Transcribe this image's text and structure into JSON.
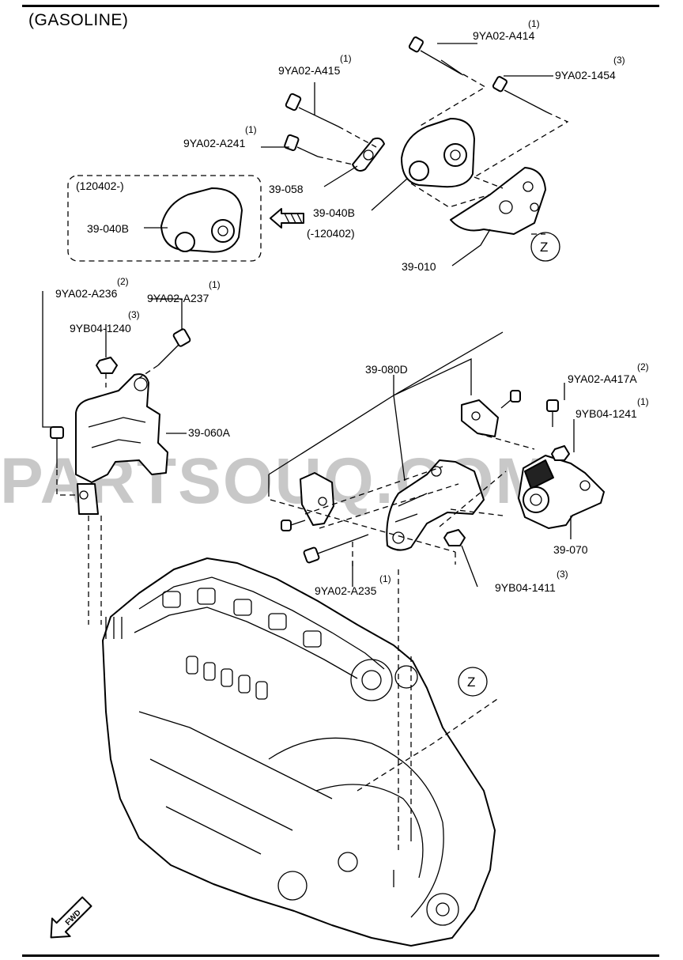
{
  "header": {
    "title": "(GASOLINE)"
  },
  "watermark": "PARTSOUQ.COM",
  "callouts": {
    "a414": {
      "part": "9YA02-A414",
      "qty": "(1)"
    },
    "a1454": {
      "part": "9YA02-1454",
      "qty": "(3)"
    },
    "a415": {
      "part": "9YA02-A415",
      "qty": "(1)"
    },
    "a241": {
      "part": "9YA02-A241",
      "qty": "(1)"
    },
    "p058": {
      "part": "39-058"
    },
    "p040b_main": {
      "part": "39-040B",
      "range": "(-120402)"
    },
    "p040b_alt": {
      "part": "39-040B",
      "range": "(120402-)"
    },
    "p010": {
      "part": "39-010"
    },
    "a236": {
      "part": "9YA02-A236",
      "qty": "(2)"
    },
    "a237": {
      "part": "9YA02-A237",
      "qty": "(1)"
    },
    "b1240": {
      "part": "9YB04-1240",
      "qty": "(3)"
    },
    "p060a": {
      "part": "39-060A"
    },
    "p080d": {
      "part": "39-080D"
    },
    "a417a": {
      "part": "9YA02-A417A",
      "qty": "(2)"
    },
    "b1241": {
      "part": "9YB04-1241",
      "qty": "(1)"
    },
    "p070": {
      "part": "39-070"
    },
    "b1411": {
      "part": "9YB04-1411",
      "qty": "(3)"
    },
    "a235": {
      "part": "9YA02-A235",
      "qty": "(1)"
    }
  },
  "reference_marks": {
    "z1": "Z",
    "z2": "Z"
  },
  "direction_marker": "FWD"
}
